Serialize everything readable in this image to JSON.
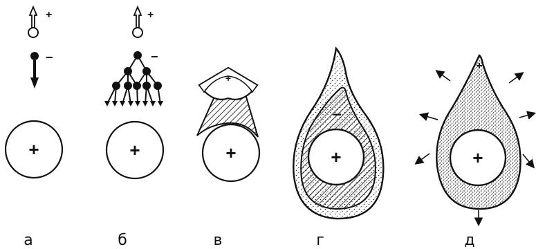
{
  "panels": [
    {
      "label": "а"
    },
    {
      "label": "б"
    },
    {
      "label": "в"
    },
    {
      "label": "г"
    },
    {
      "label": "д"
    }
  ],
  "signs": {
    "plus": "+",
    "minus": "−"
  },
  "colors": {
    "ink": "#111111",
    "background": "#ffffff",
    "stipple": "#222222"
  }
}
